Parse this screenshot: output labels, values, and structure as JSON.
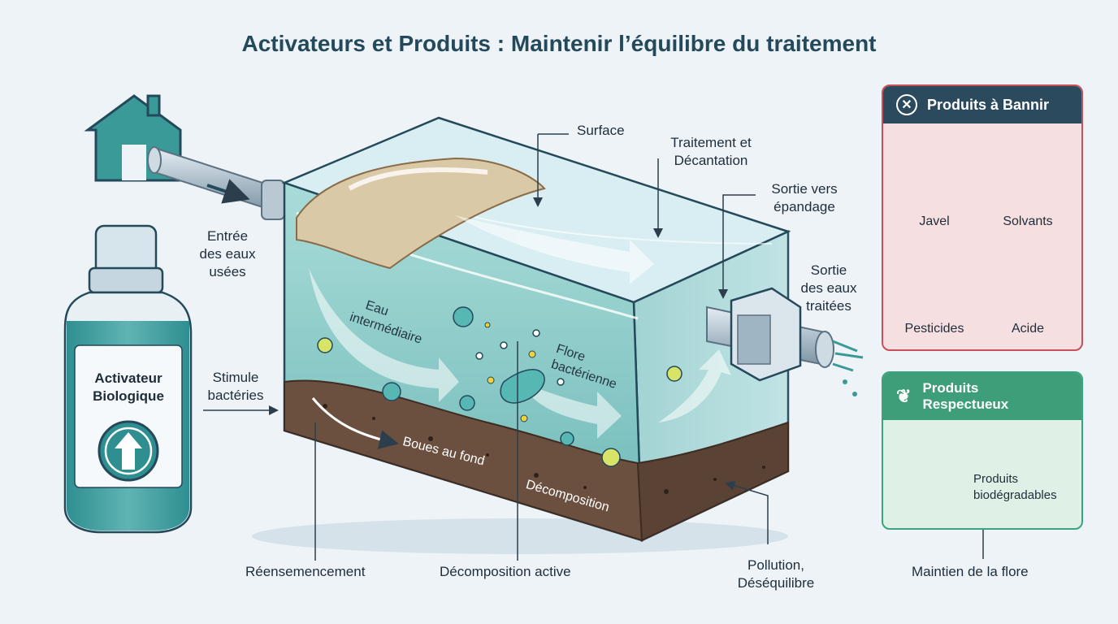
{
  "title": "Activateurs et Produits : Maintenir l’équilibre du traitement",
  "labels": {
    "surface": "Surface",
    "traitement": [
      "Traitement et",
      "Décantation"
    ],
    "sortie_epandage": [
      "Sortie vers",
      "épandage"
    ],
    "sortie_eaux": [
      "Sortie",
      "des eaux",
      "traitées"
    ],
    "entree": [
      "Entrée",
      "des eaux",
      "usées"
    ],
    "stimule": [
      "Stimule",
      "bactéries"
    ],
    "eau_intermediaire": [
      "Eau",
      "intermédiaire"
    ],
    "flore_bacterienne": [
      "Flore",
      "bactérienne"
    ],
    "boues": "Boues au fond",
    "decomposition": "Décomposition",
    "reensemencement": "Réensemencement",
    "decomposition_active": "Décomposition active",
    "pollution": [
      "Pollution,",
      "Déséquilibre"
    ],
    "maintien": "Maintien de la flore"
  },
  "bottle": {
    "label": [
      "Activateur",
      "Biologique"
    ]
  },
  "ban_panel": {
    "title": "Produits à Bannir",
    "items": [
      {
        "label": "Javel",
        "icon": "bleach-bottle-icon"
      },
      {
        "label": "Solvants",
        "icon": "paint-can-icon"
      },
      {
        "label": "Pesticides",
        "icon": "syringe-vial-icon"
      },
      {
        "label": "Acide",
        "icon": "flask-icon"
      }
    ]
  },
  "ok_panel": {
    "title": [
      "Produits",
      "Respectueux"
    ],
    "item": [
      "Produits",
      "biodégradables"
    ]
  },
  "colors": {
    "teal": "#3a9a98",
    "navy": "#2c4a5e",
    "ban_red": "#c8505a",
    "ok_green": "#3d9e79"
  }
}
